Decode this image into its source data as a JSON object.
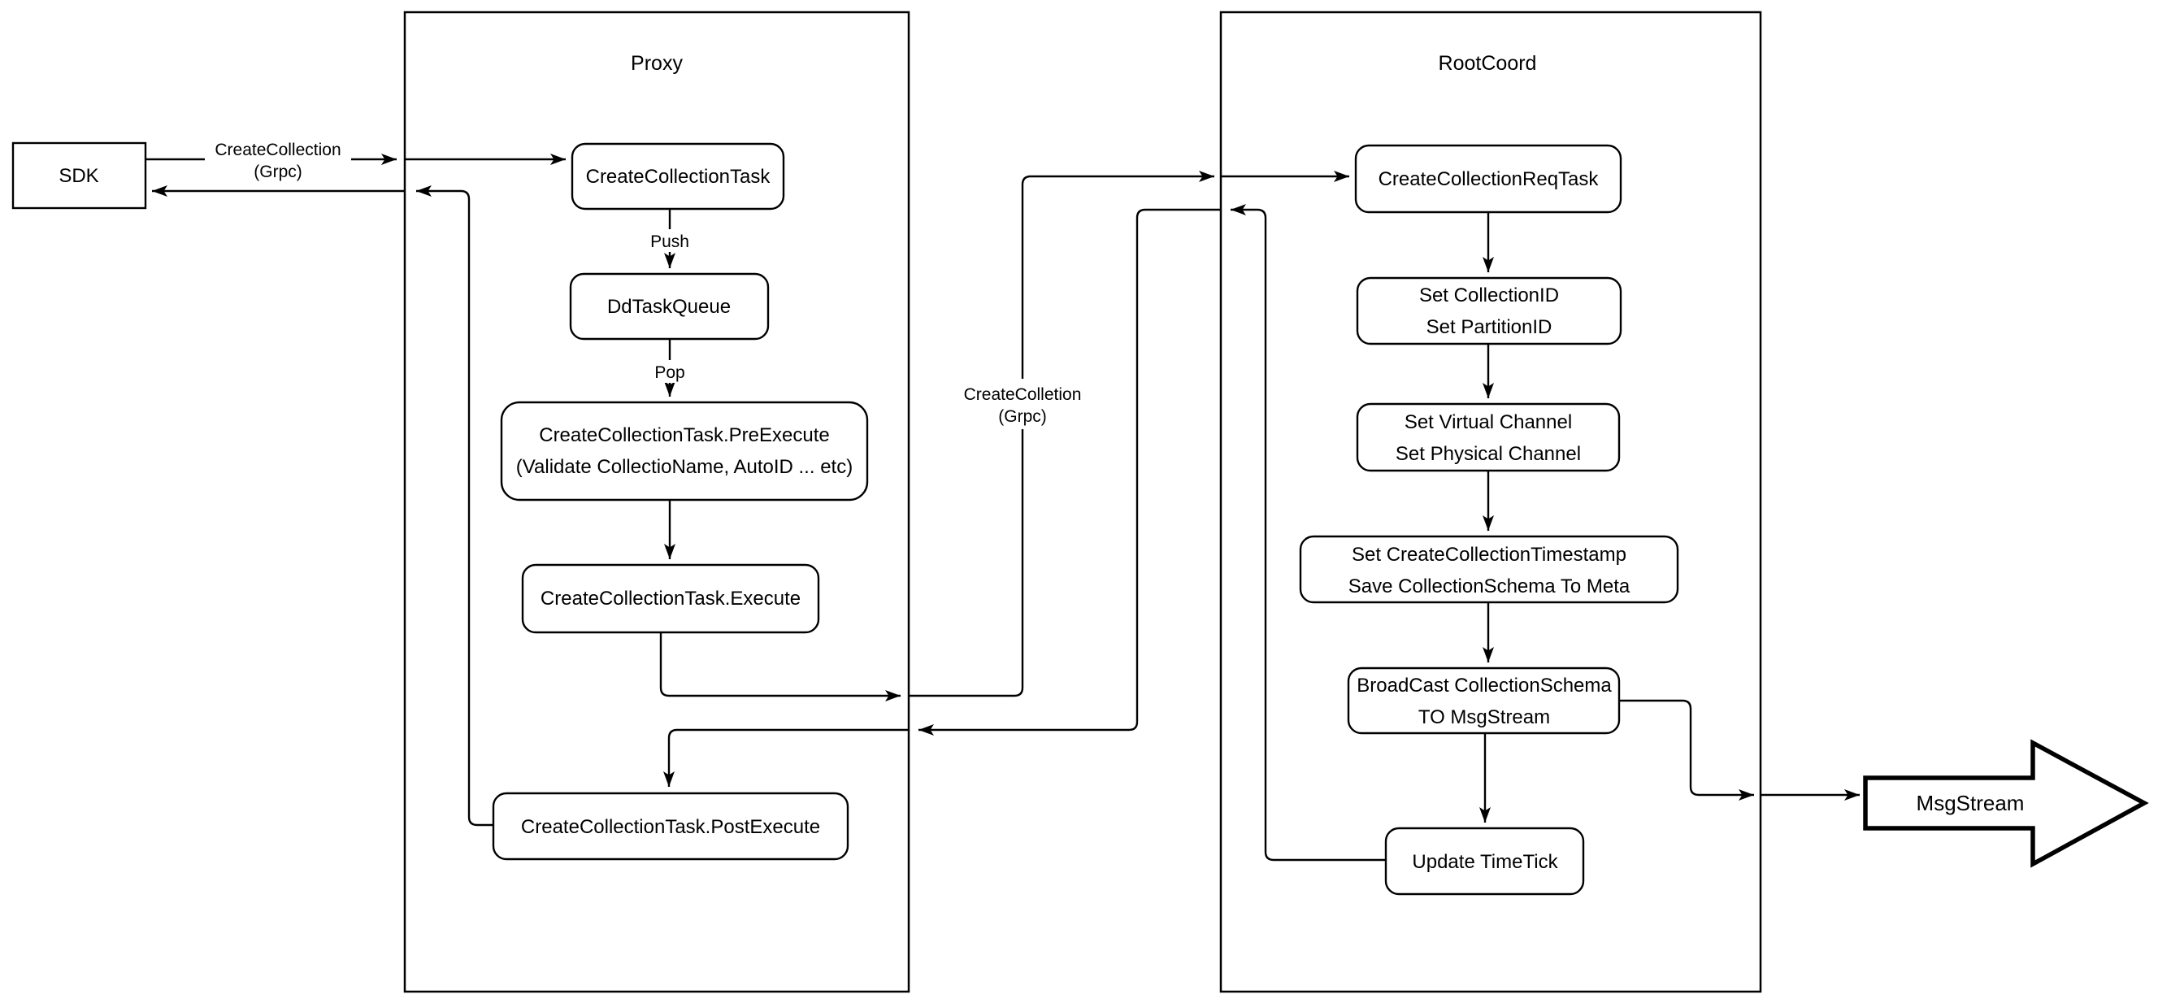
{
  "diagram": {
    "background_color": "#ffffff",
    "stroke_color": "#000000",
    "containers": {
      "proxy": {
        "title": "Proxy"
      },
      "rootcoord": {
        "title": "RootCoord"
      }
    },
    "nodes": {
      "sdk": {
        "label": "SDK"
      },
      "create_collection_task": {
        "label": "CreateCollectionTask"
      },
      "dd_task_queue": {
        "label": "DdTaskQueue"
      },
      "pre_execute": {
        "line1": "CreateCollectionTask.PreExecute",
        "line2": "(Validate CollectioName, AutoID ... etc)"
      },
      "execute": {
        "label": "CreateCollectionTask.Execute"
      },
      "post_execute": {
        "label": "CreateCollectionTask.PostExecute"
      },
      "create_collection_req_task": {
        "label": "CreateCollectionReqTask"
      },
      "set_ids": {
        "line1": "Set CollectionID",
        "line2": "Set PartitionID"
      },
      "set_channels": {
        "line1": "Set Virtual Channel",
        "line2": "Set Physical Channel"
      },
      "set_timestamp": {
        "line1": "Set CreateCollectionTimestamp",
        "line2": "Save CollectionSchema To Meta"
      },
      "broadcast": {
        "line1": "BroadCast CollectionSchema",
        "line2": "TO MsgStream"
      },
      "update_timetick": {
        "label": "Update TimeTick"
      },
      "msgstream": {
        "label": "MsgStream"
      }
    },
    "edge_labels": {
      "sdk_grpc": {
        "line1": "CreateCollection",
        "line2": "(Grpc)"
      },
      "push": {
        "label": "Push"
      },
      "pop": {
        "label": "Pop"
      },
      "proxy_grpc": {
        "line1": "CreateColletion",
        "line2": "(Grpc)"
      }
    }
  }
}
